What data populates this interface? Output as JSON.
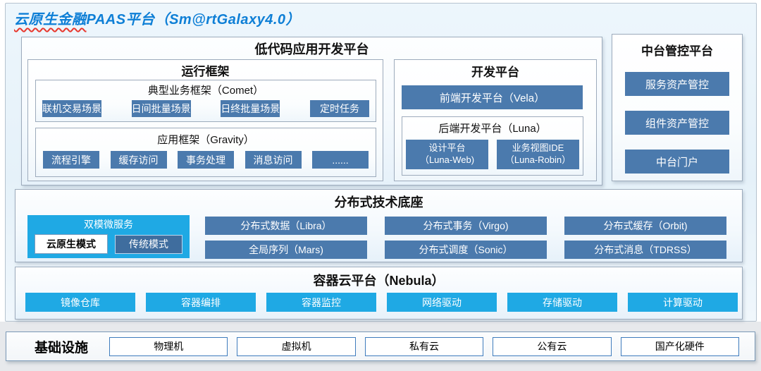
{
  "title": {
    "part1": "云原生金融",
    "part2": "PAAS平台（Sm@rtGalaxy4.0）"
  },
  "low_code": {
    "title": "低代码应用开发平台",
    "runtime": {
      "title": "运行框架",
      "comet": {
        "title": "典型业务框架（Comet）",
        "items": [
          "联机交易场景",
          "日间批量场景",
          "日终批量场景",
          "定时任务"
        ]
      },
      "gravity": {
        "title": "应用框架（Gravity）",
        "items": [
          "流程引擎",
          "缓存访问",
          "事务处理",
          "消息访问",
          "......"
        ]
      }
    },
    "dev": {
      "title": "开发平台",
      "vela_label": "前端开发平台（Vela）",
      "luna": {
        "title": "后端开发平台（Luna）",
        "items": [
          {
            "line1": "设计平台",
            "line2": "（Luna-Web)"
          },
          {
            "line1": "业务视图IDE",
            "line2": "（Luna-Robin）"
          }
        ]
      }
    }
  },
  "mid_platform": {
    "title": "中台管控平台",
    "items": [
      "服务资产管控",
      "组件资产管控",
      "中台门户"
    ]
  },
  "distributed": {
    "title": "分布式技术底座",
    "dual_mode": {
      "title": "双模微服务",
      "cloud_native_label": "云原生模式",
      "traditional_label": "传统模式"
    },
    "items": [
      "分布式数据（Libra）",
      "分布式事务（Virgo)",
      "分布式缓存（Orbit)",
      "全局序列（Mars)",
      "分布式调度（Sonic）",
      "分布式消息（TDRSS）"
    ]
  },
  "container_cloud": {
    "title": "容器云平台（Nebula）",
    "items": [
      "镜像仓库",
      "容器编排",
      "容器监控",
      "网络驱动",
      "存储驱动",
      "计算驱动"
    ]
  },
  "infrastructure": {
    "title": "基础设施",
    "items": [
      "物理机",
      "虚拟机",
      "私有云",
      "公有云",
      "国产化硬件"
    ]
  },
  "colors": {
    "title_blue": "#0e7fd6",
    "steel_blue": "#4b7aad",
    "steel_blue_dark": "#3f6d9e",
    "cyan": "#1fa9e4"
  }
}
